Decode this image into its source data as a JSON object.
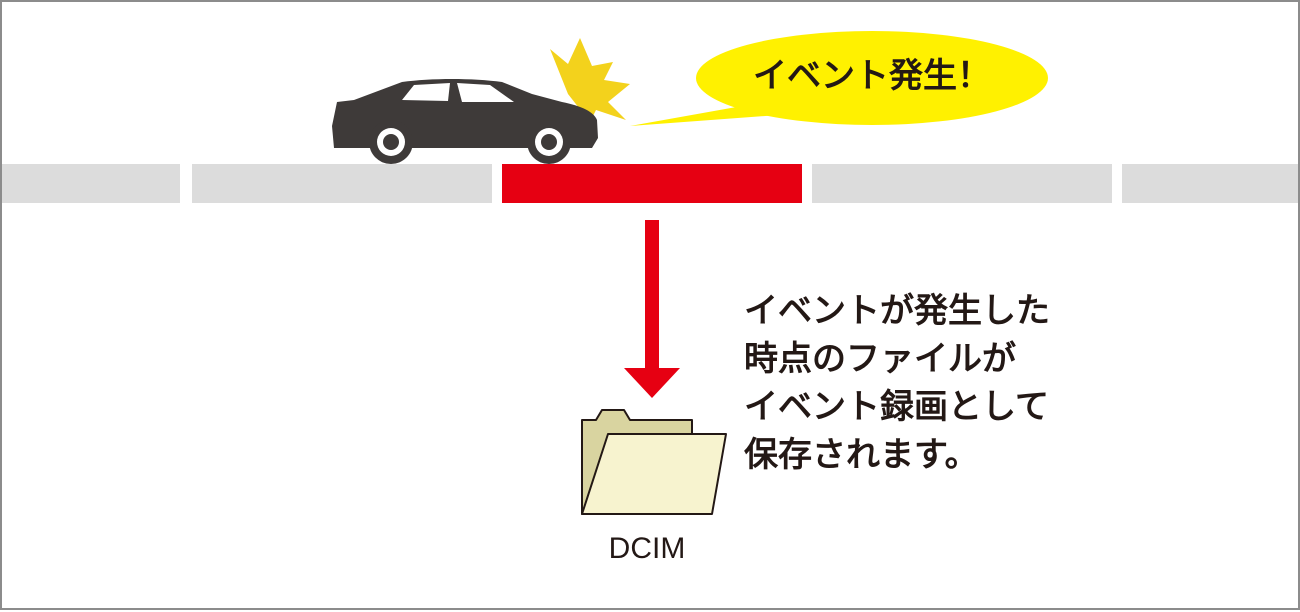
{
  "bubble": {
    "text": "イベント発生！"
  },
  "description": {
    "lines": [
      "イベントが発生した",
      "時点のファイルが",
      "イベント録画として",
      "保存されます。"
    ]
  },
  "folder": {
    "label": "DCIM",
    "icon": "folder-icon"
  },
  "timeline": {
    "segments": [
      "normal",
      "normal",
      "event",
      "normal",
      "normal"
    ]
  },
  "colors": {
    "event": "#e60012",
    "normal": "#dcdcdc",
    "bubble": "#fff100",
    "impact": "#f3d21c",
    "car": "#3e3a39",
    "folder": "#f7f3cf"
  }
}
